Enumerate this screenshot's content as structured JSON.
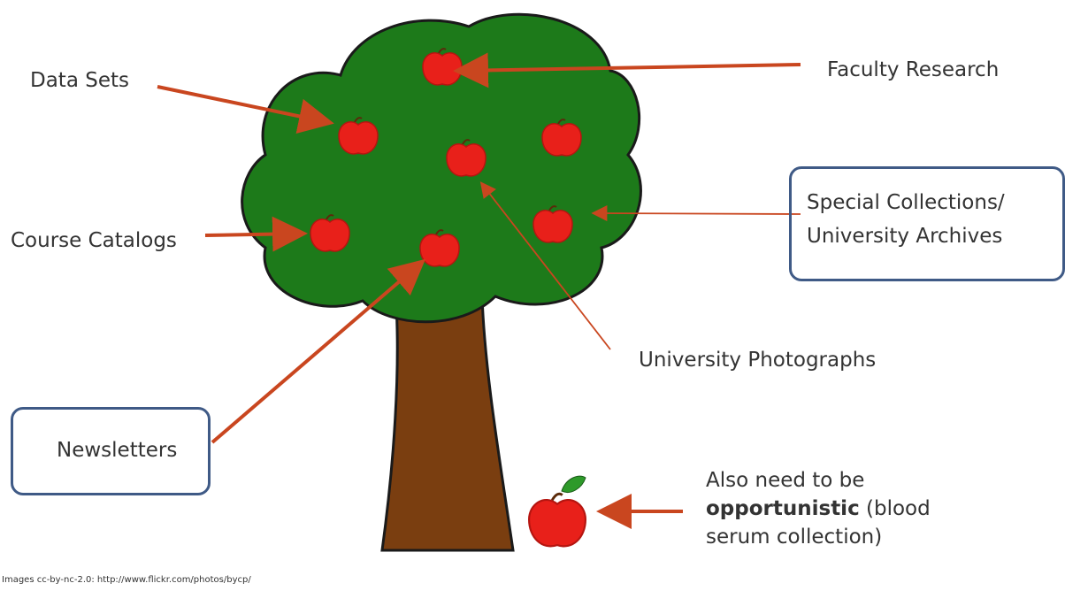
{
  "labels": {
    "data_sets": "Data Sets",
    "faculty_research": "Faculty Research",
    "special_collections_line1": "Special Collections/",
    "special_collections_line2": "University Archives",
    "course_catalogs": "Course Catalogs",
    "university_photographs": "University Photographs",
    "newsletters": "Newsletters"
  },
  "note": {
    "line1": "Also need to be",
    "bold": "opportunistic",
    "line2_rest": " (blood",
    "line3": "serum collection)"
  },
  "credit": "Images cc-by-nc-2.0: http://www.flickr.com/photos/bycp/",
  "colors": {
    "canopy": "#1d7a1a",
    "trunk": "#7a3e10",
    "apple": "#e8201a",
    "arrow": "#c9461f",
    "box_border": "#3f5a86"
  }
}
